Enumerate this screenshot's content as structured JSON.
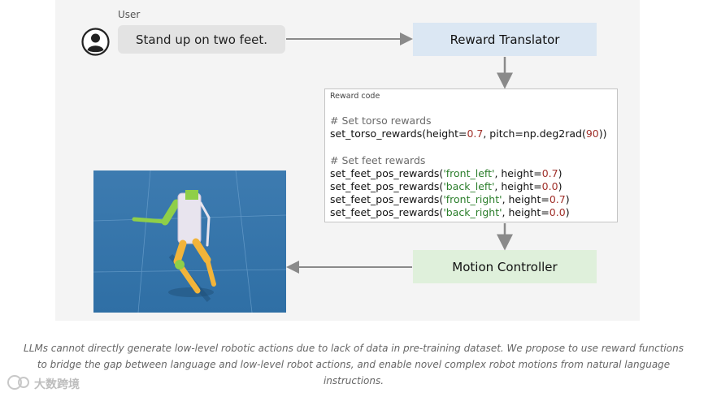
{
  "user": {
    "label": "User",
    "prompt": "Stand up on two feet."
  },
  "boxes": {
    "translator": "Reward Translator",
    "controller": "Motion Controller"
  },
  "code": {
    "title": "Reward code",
    "lines": [
      [
        {
          "t": "# Set torso rewards",
          "c": "cm"
        }
      ],
      [
        {
          "t": "set_torso_rewards(height="
        },
        {
          "t": "0.7",
          "c": "num"
        },
        {
          "t": ", pitch=np.deg2rad("
        },
        {
          "t": "90",
          "c": "num"
        },
        {
          "t": "))"
        }
      ],
      [],
      [
        {
          "t": "# Set feet rewards",
          "c": "cm"
        }
      ],
      [
        {
          "t": "set_feet_pos_rewards("
        },
        {
          "t": "'front_left'",
          "c": "str"
        },
        {
          "t": ", height="
        },
        {
          "t": "0.7",
          "c": "num"
        },
        {
          "t": ")"
        }
      ],
      [
        {
          "t": "set_feet_pos_rewards("
        },
        {
          "t": "'back_left'",
          "c": "str"
        },
        {
          "t": ", height="
        },
        {
          "t": "0.0",
          "c": "num"
        },
        {
          "t": ")"
        }
      ],
      [
        {
          "t": "set_feet_pos_rewards("
        },
        {
          "t": "'front_right'",
          "c": "str"
        },
        {
          "t": ", height="
        },
        {
          "t": "0.7",
          "c": "num"
        },
        {
          "t": ")"
        }
      ],
      [
        {
          "t": "set_feet_pos_rewards("
        },
        {
          "t": "'back_right'",
          "c": "str"
        },
        {
          "t": ", height="
        },
        {
          "t": "0.0",
          "c": "num"
        },
        {
          "t": ")"
        }
      ]
    ]
  },
  "caption": "LLMs cannot directly generate low-level robotic actions due to lack of data in pre-training dataset. We propose to use reward functions to bridge the gap between language and low-level robot actions, and enable novel complex robot motions from natural language instructions.",
  "watermark": "大数跨境",
  "colors": {
    "translator": "#dbe7f3",
    "controller": "#dff0db",
    "arrow": "#8a8a8a"
  },
  "icons": {
    "user": "user-avatar-icon",
    "robot": "robot-simulation-image"
  }
}
